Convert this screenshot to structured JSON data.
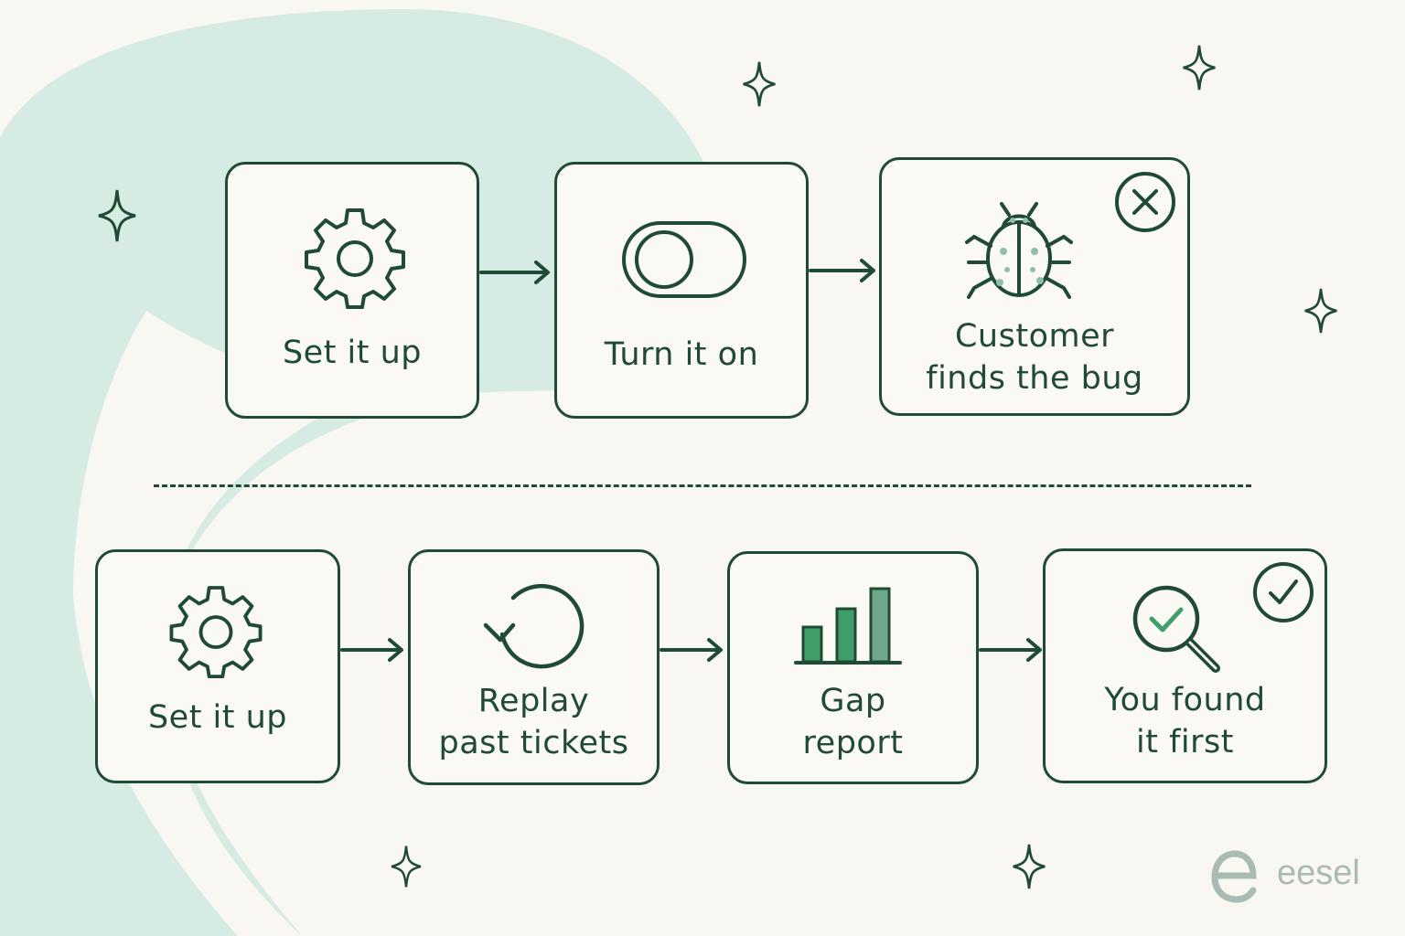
{
  "colors": {
    "background": "#f9f7f1",
    "accent_mint": "#d6ebe3",
    "ink": "#1f4a33",
    "green": "#3f9e6a",
    "logo_gray": "#a9bcb3"
  },
  "top_flow": {
    "steps": [
      {
        "label": "Set it up",
        "icon": "gear-icon"
      },
      {
        "label": "Turn it on",
        "icon": "toggle-icon"
      },
      {
        "label": "Customer\nfinds the bug",
        "icon": "bug-icon",
        "badge": "x-circle-icon"
      }
    ]
  },
  "bottom_flow": {
    "steps": [
      {
        "label": "Set it up",
        "icon": "gear-icon"
      },
      {
        "label": "Replay\npast tickets",
        "icon": "replay-icon"
      },
      {
        "label": "Gap\nreport",
        "icon": "bar-chart-icon"
      },
      {
        "label": "You found\nit first",
        "icon": "magnifier-check-icon",
        "badge": "check-circle-icon"
      }
    ]
  },
  "logo": {
    "text": "eesel",
    "icon": "eesel-logo-icon"
  }
}
